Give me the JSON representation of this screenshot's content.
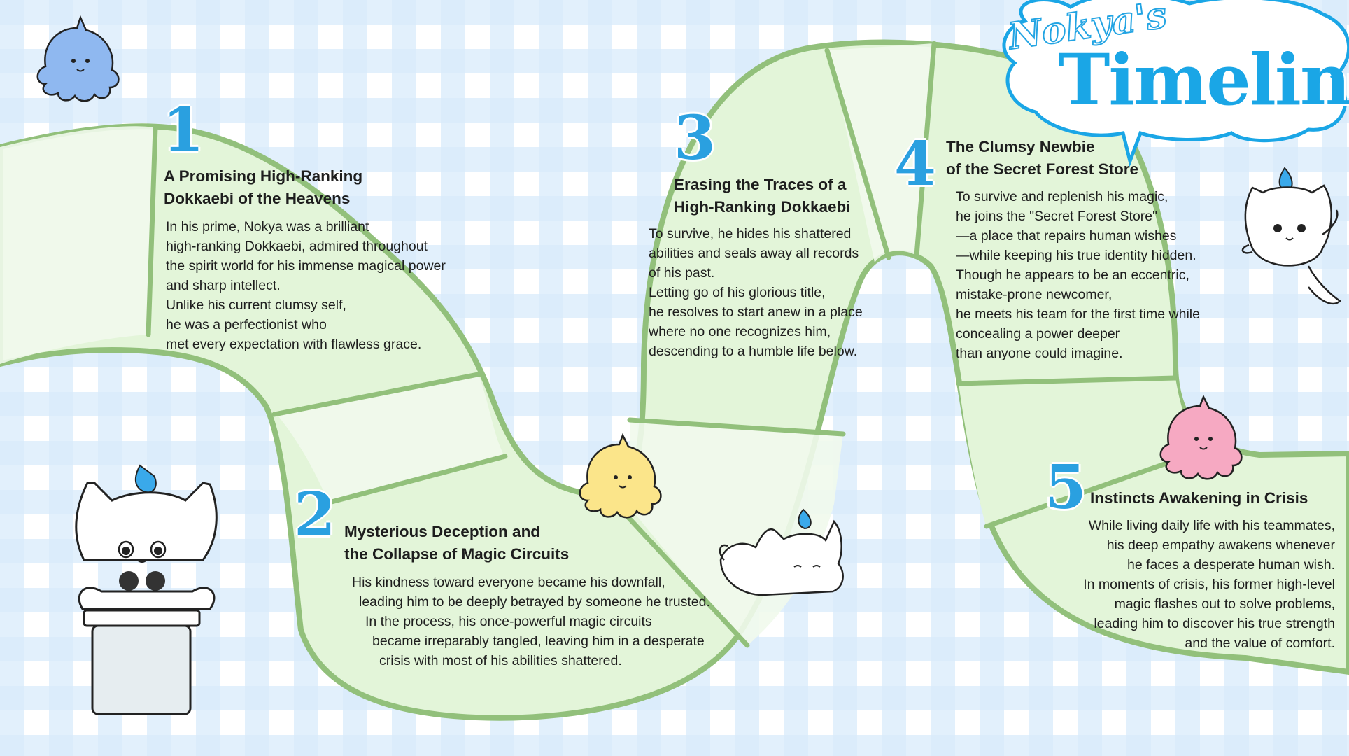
{
  "header": {
    "subtitle": "Nokya's",
    "title": "Timeline"
  },
  "colors": {
    "path_fill": "#e3f5d9",
    "path_stroke": "#92c07b",
    "accent_blue": "#2aa0e0",
    "check_blue": "#cfe5f7",
    "cloud_stroke": "#1aa6e6"
  },
  "chapters": [
    {
      "number": "1",
      "title_lines": [
        "A Promising High-Ranking",
        "Dokkaebi of the Heavens"
      ],
      "body_lines": [
        "In his prime, Nokya was a brilliant",
        "high-ranking Dokkaebi, admired throughout",
        "the spirit world for his immense magical power",
        "and sharp intellect.",
        "Unlike his current clumsy self,",
        "he was a perfectionist who",
        "met every expectation with flawless grace."
      ]
    },
    {
      "number": "2",
      "title_lines": [
        "Mysterious Deception and",
        "the Collapse of Magic Circuits"
      ],
      "body_lines": [
        "His kindness toward everyone became his downfall,",
        "leading him to be deeply betrayed by someone he trusted.",
        "In the process, his once-powerful magic circuits",
        "became irreparably tangled, leaving him in a desperate",
        "crisis with most of his abilities shattered."
      ]
    },
    {
      "number": "3",
      "title_lines": [
        "Erasing the Traces of a",
        "High-Ranking Dokkaebi"
      ],
      "body_lines": [
        "To survive, he hides his shattered",
        "abilities and seals away all records",
        "of his past.",
        "Letting go of his glorious title,",
        "he resolves to start anew in a place",
        "where no one recognizes him,",
        "descending to a humble life below."
      ]
    },
    {
      "number": "4",
      "title_lines": [
        "The Clumsy Newbie",
        "of the Secret Forest Store"
      ],
      "body_lines": [
        "To survive and replenish his magic,",
        "he joins the \"Secret Forest Store\"",
        "—a place that repairs human wishes",
        "—while keeping his true identity hidden.",
        " Though he appears to be an eccentric,",
        "mistake-prone newcomer,",
        "he meets his team for the first time while",
        "concealing a power deeper",
        "than anyone could imagine."
      ]
    },
    {
      "number": "5",
      "title_lines": [
        "Instincts Awakening in Crisis"
      ],
      "body_lines": [
        "While living daily life with his teammates,",
        "his deep empathy awakens whenever",
        "he faces a desperate human wish.",
        "In moments of crisis, his former high-level",
        "magic flashes out to solve problems,",
        "leading him to discover his true strength",
        "and the value of comfort."
      ]
    }
  ],
  "mascots": [
    {
      "icon": "blue-octopus-icon",
      "color": "#8fb8f0"
    },
    {
      "icon": "yellow-octopus-icon",
      "color": "#fbe58a"
    },
    {
      "icon": "pink-octopus-icon",
      "color": "#f6a9c2"
    },
    {
      "icon": "cat-at-podium-icon",
      "color": "#ffffff"
    },
    {
      "icon": "lying-cat-icon",
      "color": "#ffffff"
    },
    {
      "icon": "waving-cat-icon",
      "color": "#ffffff"
    }
  ]
}
